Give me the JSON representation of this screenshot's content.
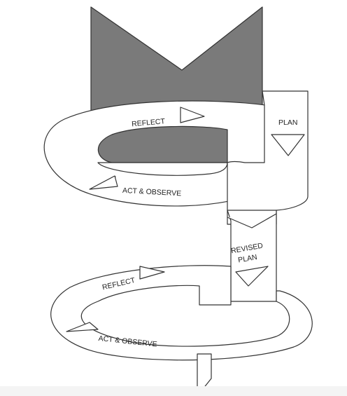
{
  "diagram": {
    "labels": {
      "reflect_top": "REFLECT",
      "plan": "PLAN",
      "act_observe_top": "ACT & OBSERVE",
      "revised_plan_line1": "REVISED",
      "revised_plan_line2": "PLAN",
      "reflect_bottom": "REFLECT",
      "act_observe_bottom": "ACT & OBSERVE"
    },
    "colors": {
      "shade": "#7a7a7a",
      "stroke": "#333333",
      "fill": "#ffffff"
    }
  }
}
